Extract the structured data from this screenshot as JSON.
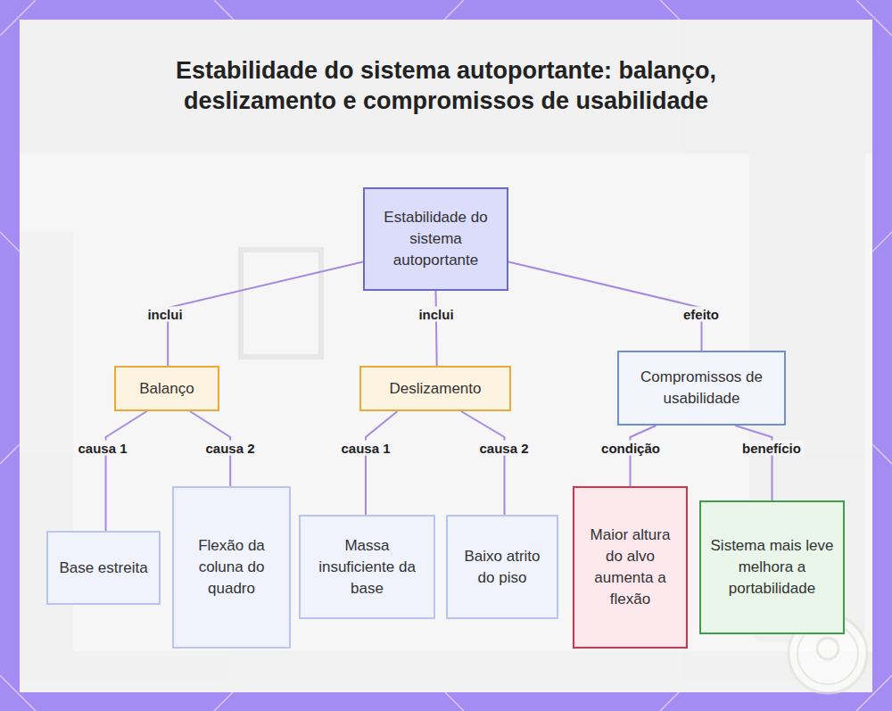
{
  "diagram": {
    "title": "Estabilidade do sistema autoportante: balanço, deslizamento e compromissos de usabilidade",
    "nodes": [
      {
        "text": [
          "Estabilidade do sistema autoportante"
        ]
      },
      {
        "text": [
          "Balanço"
        ]
      },
      {
        "text": [
          "Deslizamento"
        ]
      },
      {
        "text": [
          "Compromissos de usabilidade"
        ]
      },
      {
        "text": [
          "Base estreita"
        ]
      },
      {
        "text": [
          "Flexão da coluna do quadro"
        ]
      },
      {
        "text": [
          "Massa insuficiente da base"
        ]
      },
      {
        "text": [
          "Baixo atrito do piso"
        ]
      },
      {
        "text": [
          "Maior altura do alvo aumenta a flexão"
        ]
      },
      {
        "text": [
          "Sistema mais leve melhora a portabilidade"
        ]
      }
    ],
    "edges": [
      {
        "from": 0,
        "to": 1,
        "label": "inclui",
        "arrow": "none"
      },
      {
        "from": 0,
        "to": 2,
        "label": "inclui",
        "arrow": "none"
      },
      {
        "from": 0,
        "to": 3,
        "label": "efeito",
        "arrow": "none"
      },
      {
        "from": 1,
        "to": 4,
        "label": "causa 1",
        "arrow": "none"
      },
      {
        "from": 1,
        "to": 5,
        "label": "causa 2",
        "arrow": "none"
      },
      {
        "from": 2,
        "to": 6,
        "label": "causa 1",
        "arrow": "none"
      },
      {
        "from": 2,
        "to": 7,
        "label": "causa 2",
        "arrow": "none"
      },
      {
        "from": 3,
        "to": 8,
        "label": "condição",
        "arrow": "none"
      },
      {
        "from": 3,
        "to": 9,
        "label": "benefício",
        "arrow": "none"
      }
    ]
  }
}
